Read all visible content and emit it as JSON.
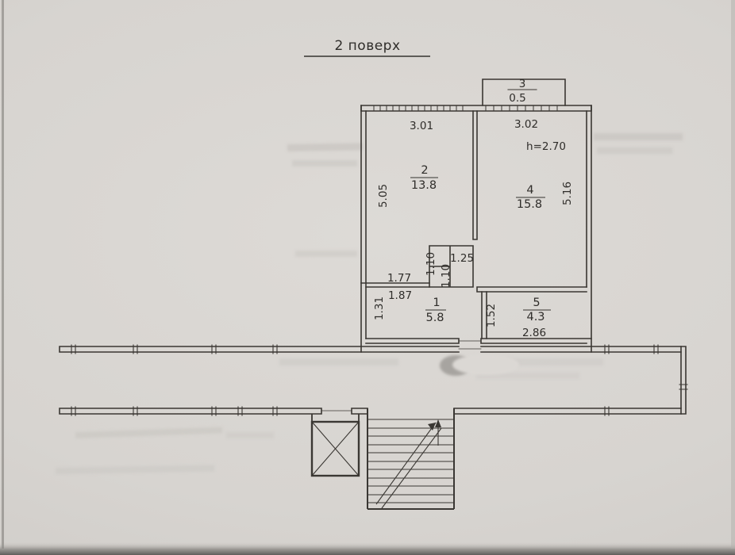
{
  "title": "2 поверх",
  "colors": {
    "paper": "#d7d4d0",
    "ink": "#35332f"
  },
  "plan": {
    "balcony": {
      "number": "3",
      "area": "0.5"
    },
    "rooms": {
      "room1": {
        "number": "1",
        "area": "5.8"
      },
      "room2": {
        "number": "2",
        "area": "13.8"
      },
      "room4": {
        "number": "4",
        "area": "15.8",
        "ceiling_height": "h=2.70"
      },
      "room5": {
        "number": "5",
        "area": "4.3"
      }
    },
    "dimensions": {
      "room2_width": "3.01",
      "room4_width": "3.02",
      "room2_depth": "5.05",
      "room4_depth": "5.16",
      "hall_top": "1.77",
      "niche_a": "1.10",
      "niche_b": "1.25",
      "niche_c": "1.10",
      "hall_mid": "1.87",
      "hall_width": "1.31",
      "room5_depth": "1.52",
      "room5_width": "2.86"
    }
  }
}
